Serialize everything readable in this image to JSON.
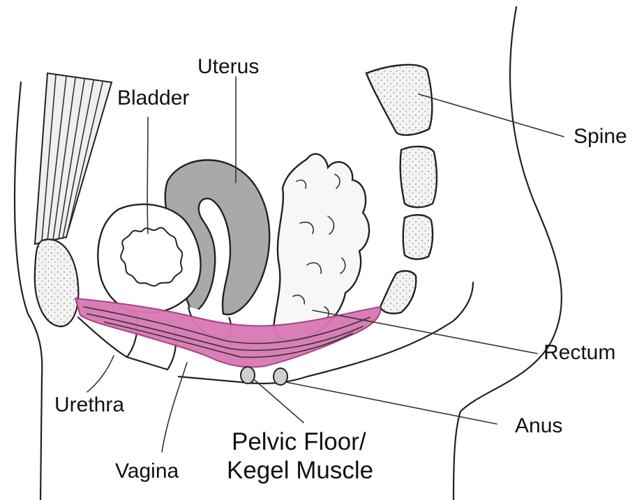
{
  "labels": {
    "uterus": "Uterus",
    "bladder": "Bladder",
    "spine": "Spine",
    "rectum": "Rectum",
    "anus": "Anus",
    "urethra": "Urethra",
    "vagina": "Vagina",
    "pelvic_floor_line1": "Pelvic Floor/",
    "pelvic_floor_line2": "Kegel Muscle"
  },
  "colors": {
    "muscle": "#d878b4",
    "muscle_stroke": "#a33a7c",
    "uterus": "#a9a9a9",
    "bone": "#f4f4f4",
    "outline": "#222222"
  }
}
